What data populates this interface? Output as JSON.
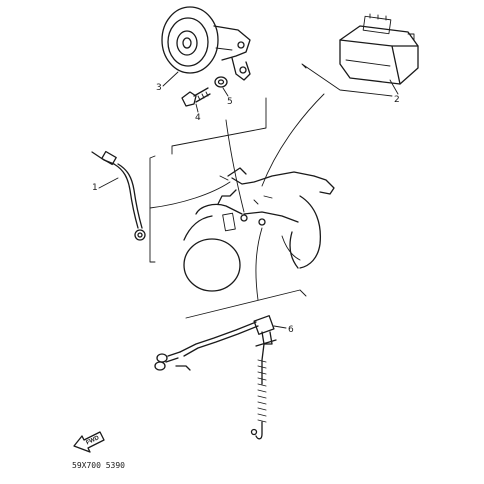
{
  "callouts": {
    "p1": "1",
    "p2": "2",
    "p3": "3",
    "p4": "4",
    "p5": "5",
    "p6": "6"
  },
  "forward_label": "FWD",
  "drawing_code": "59X700 5390"
}
